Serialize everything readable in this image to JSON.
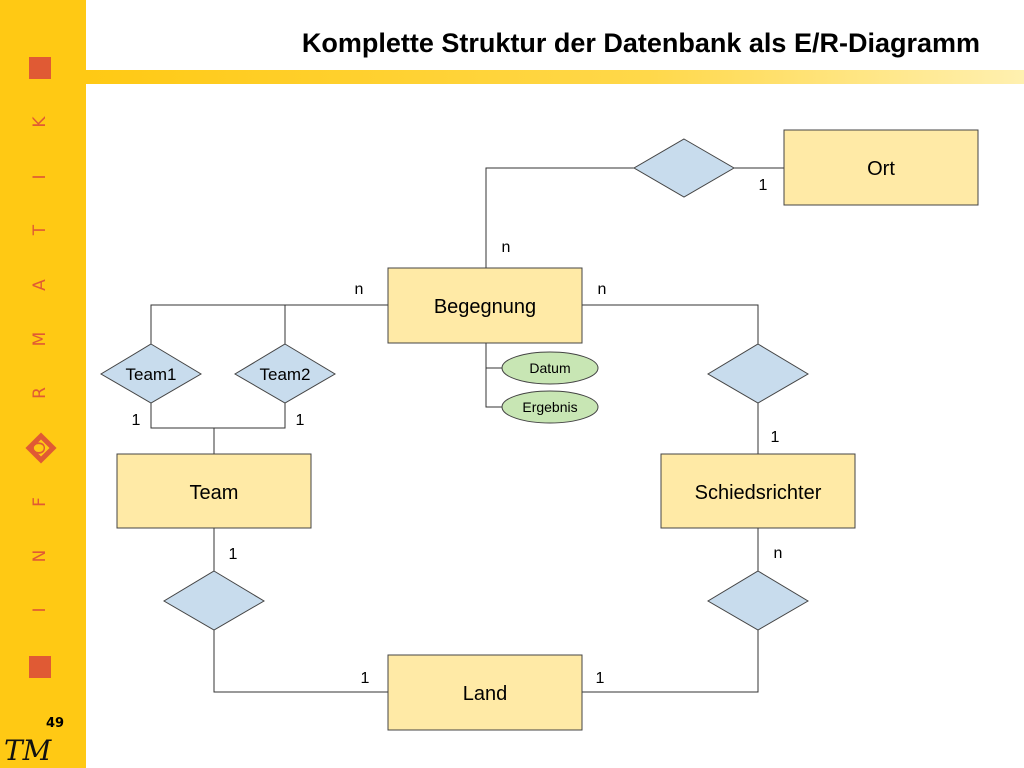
{
  "title": "Komplette Struktur der Datenbank als E/R-Diagramm",
  "page_number": "49",
  "logo": "TM",
  "sidebar_letters": [
    "K",
    "I",
    "T",
    "A",
    "M",
    "R",
    "O",
    "F",
    "N",
    "I"
  ],
  "entities": {
    "ort": "Ort",
    "begegnung": "Begegnung",
    "team": "Team",
    "schiedsrichter": "Schiedsrichter",
    "land": "Land"
  },
  "relationships": {
    "team1": "Team1",
    "team2": "Team2"
  },
  "attributes": {
    "datum": "Datum",
    "ergebnis": "Ergebnis"
  },
  "cardinalities": {
    "ort_1": "1",
    "begegnung_ort_n": "n",
    "begegnung_team_n": "n",
    "begegnung_schiedsrichter_n": "n",
    "team1_1": "1",
    "team2_1": "1",
    "schiedsrichter_1": "1",
    "team_land_1": "1",
    "schiedsrichter_land_n": "n",
    "land_team_1": "1",
    "land_schiedsrichter_1": "1"
  },
  "colors": {
    "sidebar": "#ffc914",
    "accent": "#e05a34",
    "entity_fill": "#ffeaa6",
    "relationship_fill": "#c8dced",
    "attribute_fill": "#c8e6b4"
  }
}
